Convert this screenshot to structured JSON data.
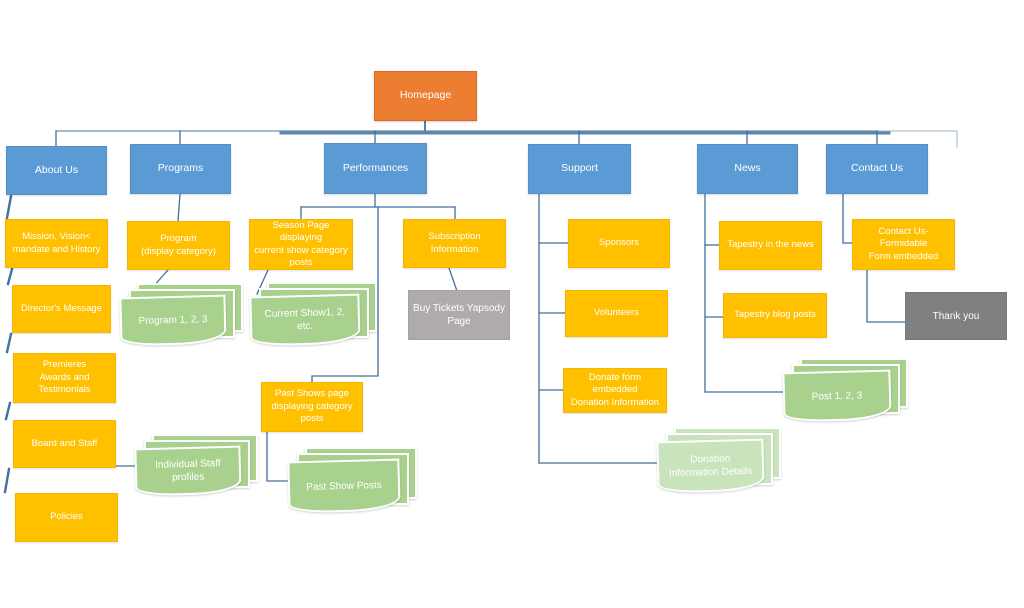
{
  "diagram": {
    "description": "Website sitemap flowchart",
    "colors": {
      "root": "#ED7D31",
      "section": "#5B9BD5",
      "page": "#FFC000",
      "stack": "#A9D18E",
      "stack_light": "#C9E3BC",
      "gray_light": "#AFABAB",
      "gray_dark": "#808080",
      "connector": "#41719C"
    },
    "nodes": {
      "homepage": {
        "label": "Homepage"
      },
      "about_us": {
        "label": "About Us"
      },
      "programs": {
        "label": "Programs"
      },
      "performances": {
        "label": "Performances"
      },
      "support": {
        "label": "Support"
      },
      "news": {
        "label": "News"
      },
      "contact_us": {
        "label": "Contact Us"
      },
      "mission": {
        "label": "Mission, Vision<\nmandate and History"
      },
      "directors_message": {
        "label": "Director's Message"
      },
      "premieres": {
        "label": "Premieres\nAwards and\nTestimonials"
      },
      "board_staff": {
        "label": "Board and Staff"
      },
      "policies": {
        "label": "Policies"
      },
      "individual_staff": {
        "label": "Individual  Staff\nprofiles"
      },
      "program_display": {
        "label": "Program\n(display category)"
      },
      "program_123": {
        "label": "Program 1, 2, 3"
      },
      "season_page": {
        "label": "Season Page displaying\ncurrent show category\nposts"
      },
      "current_show": {
        "label": "Current Show1, 2,\netc."
      },
      "past_shows_page": {
        "label": "Past Shows page\ndisplaying category\nposts"
      },
      "past_show_posts": {
        "label": "Past Show Posts"
      },
      "subscription": {
        "label": "Subscription\nInformation"
      },
      "buy_tickets": {
        "label": "Buy Tickets Yapsody\nPage"
      },
      "sponsors": {
        "label": "Sponsors"
      },
      "volunteers": {
        "label": "Volunteers"
      },
      "donate_form": {
        "label": "Donate form embedded\nDonation Information"
      },
      "donation_details": {
        "label": "Donation\nInformation Details"
      },
      "tapestry_news": {
        "label": "Tapestry in the news"
      },
      "tapestry_blog": {
        "label": "Tapestry blog posts"
      },
      "post_123": {
        "label": "Post 1, 2, 3"
      },
      "contact_form": {
        "label": "Contact Us- Formidable\nForm embedded"
      },
      "thank_you": {
        "label": "Thank you"
      }
    }
  }
}
